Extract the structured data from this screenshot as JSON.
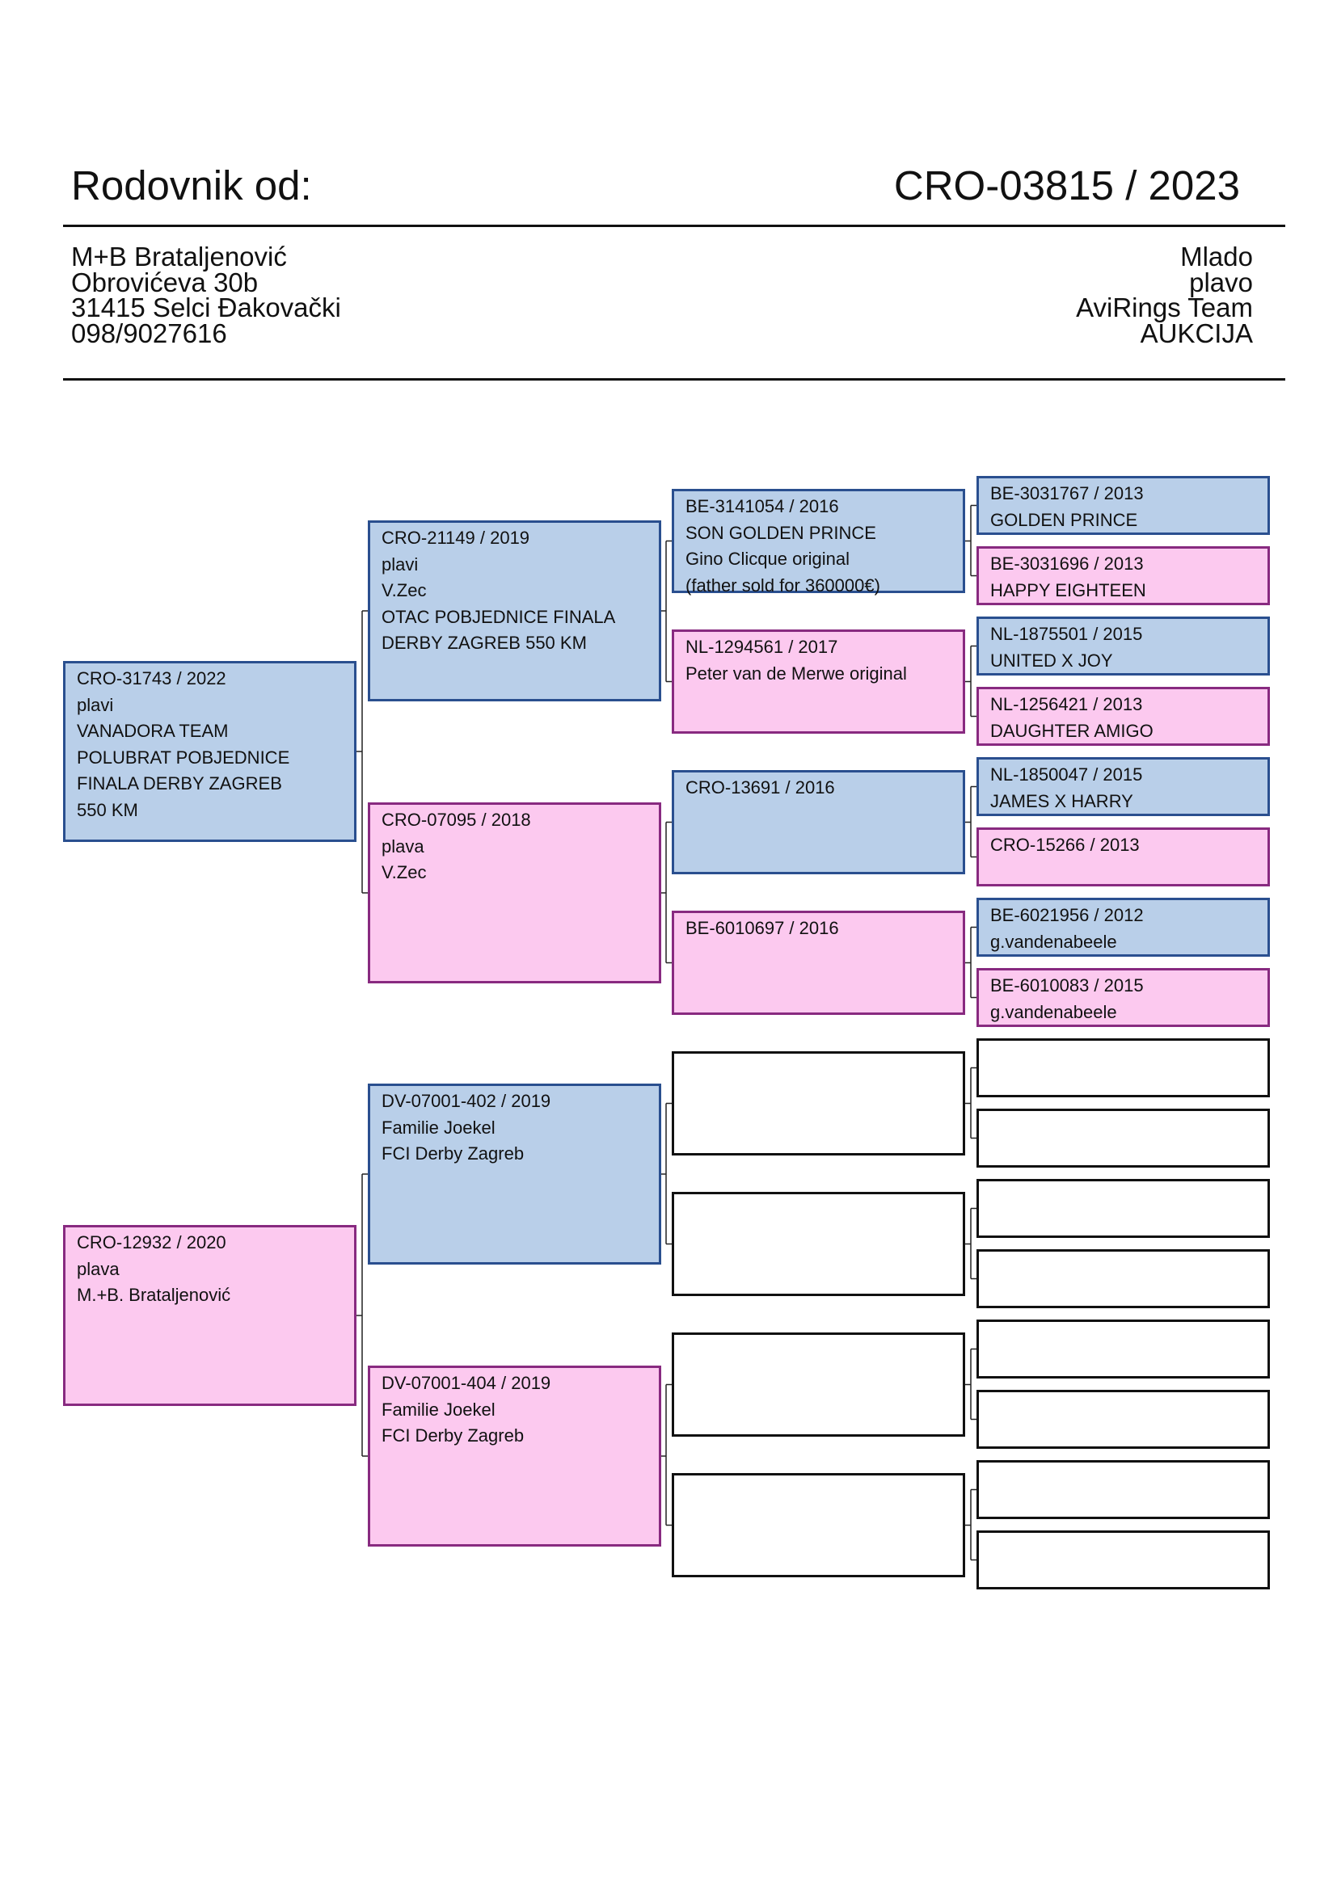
{
  "header": {
    "title": "Rodovnik od:",
    "ring_number": "CRO-03815 / 2023"
  },
  "owner": {
    "name": "M+B Brataljenović",
    "street": "Obrovićeva 30b",
    "city": "31415 Selci Đakovački",
    "phone": "098/9027616"
  },
  "bird": {
    "line1": "Mlado",
    "line2": "plavo",
    "line3": "AviRings Team",
    "line4": "AUKCIJA"
  },
  "colors": {
    "male_fill": "#b9cfe9",
    "male_border": "#2a4f8f",
    "female_fill": "#fcc9ef",
    "female_border": "#882a80"
  },
  "pedigree": {
    "gen1": [
      {
        "sex": "male",
        "lines": [
          "CRO-31743 / 2022",
          "plavi",
          "VANADORA TEAM",
          "POLUBRAT POBJEDNICE",
          "FINALA DERBY ZAGREB",
          "550 KM"
        ]
      },
      {
        "sex": "female",
        "lines": [
          "CRO-12932 / 2020",
          "plava",
          "M.+B. Brataljenović"
        ]
      }
    ],
    "gen2": [
      {
        "sex": "male",
        "lines": [
          "CRO-21149 / 2019",
          "plavi",
          "V.Zec",
          "OTAC POBJEDNICE FINALA",
          "DERBY ZAGREB 550 KM"
        ]
      },
      {
        "sex": "female",
        "lines": [
          "CRO-07095 / 2018",
          "plava",
          "V.Zec"
        ]
      },
      {
        "sex": "male",
        "lines": [
          "DV-07001-402 / 2019",
          "Familie Joekel",
          "FCI Derby Zagreb"
        ]
      },
      {
        "sex": "female",
        "lines": [
          "DV-07001-404 / 2019",
          "Familie Joekel",
          "FCI Derby Zagreb"
        ]
      }
    ],
    "gen3": [
      {
        "sex": "male",
        "lines": [
          "BE-3141054 / 2016",
          "SON GOLDEN PRINCE",
          "Gino Clicque original",
          "(father sold for 360000€)"
        ]
      },
      {
        "sex": "female",
        "lines": [
          "NL-1294561 / 2017",
          "Peter van de Merwe original"
        ]
      },
      {
        "sex": "male",
        "lines": [
          "CRO-13691 / 2016"
        ]
      },
      {
        "sex": "female",
        "lines": [
          "BE-6010697 / 2016"
        ]
      },
      {
        "sex": "empty",
        "lines": []
      },
      {
        "sex": "empty",
        "lines": []
      },
      {
        "sex": "empty",
        "lines": []
      },
      {
        "sex": "empty",
        "lines": []
      }
    ],
    "gen4": [
      {
        "sex": "male",
        "lines": [
          "BE-3031767 / 2013",
          "GOLDEN PRINCE"
        ]
      },
      {
        "sex": "female",
        "lines": [
          "BE-3031696 / 2013",
          "HAPPY EIGHTEEN"
        ]
      },
      {
        "sex": "male",
        "lines": [
          "NL-1875501 / 2015",
          "UNITED X JOY"
        ]
      },
      {
        "sex": "female",
        "lines": [
          "NL-1256421 / 2013",
          "DAUGHTER AMIGO"
        ]
      },
      {
        "sex": "male",
        "lines": [
          "NL-1850047 / 2015",
          "JAMES X HARRY"
        ]
      },
      {
        "sex": "female",
        "lines": [
          "CRO-15266 / 2013"
        ]
      },
      {
        "sex": "male",
        "lines": [
          "BE-6021956 / 2012",
          "g.vandenabeele"
        ]
      },
      {
        "sex": "female",
        "lines": [
          "BE-6010083 / 2015",
          "g.vandenabeele"
        ]
      },
      {
        "sex": "empty",
        "lines": []
      },
      {
        "sex": "empty",
        "lines": []
      },
      {
        "sex": "empty",
        "lines": []
      },
      {
        "sex": "empty",
        "lines": []
      },
      {
        "sex": "empty",
        "lines": []
      },
      {
        "sex": "empty",
        "lines": []
      },
      {
        "sex": "empty",
        "lines": []
      },
      {
        "sex": "empty",
        "lines": []
      }
    ]
  }
}
